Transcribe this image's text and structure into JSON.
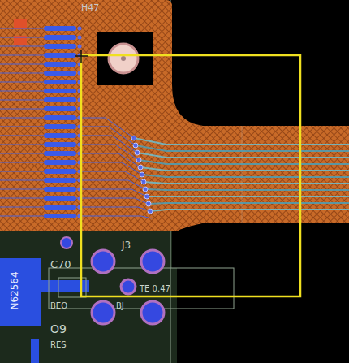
{
  "diagram": {
    "labels": [
      "H47",
      "N62564",
      "C70",
      "J3",
      "TE 0.47",
      "BEO",
      "BJ",
      "RES",
      "O9"
    ]
  }
}
